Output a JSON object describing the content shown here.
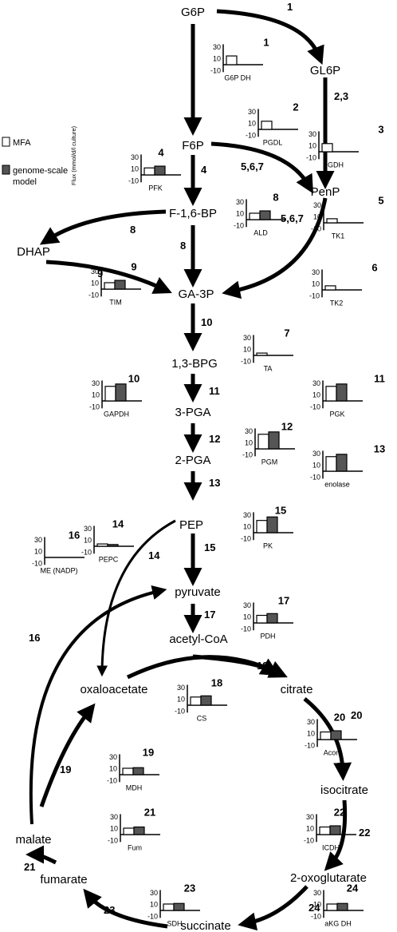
{
  "legend": {
    "mfa": "MFA",
    "model": "genome-scale model",
    "y_axis_label": "Flux (mmol/d/l culture)",
    "colors": {
      "mfa": "#ffffff",
      "model": "#555555"
    }
  },
  "metabolites": [
    {
      "id": "g6p",
      "name": "G6P"
    },
    {
      "id": "gl6p",
      "name": "GL6P"
    },
    {
      "id": "f6p",
      "name": "F6P"
    },
    {
      "id": "penp",
      "name": "PenP"
    },
    {
      "id": "f16bp",
      "name": "F-1,6-BP"
    },
    {
      "id": "dhap",
      "name": "DHAP"
    },
    {
      "id": "ga3p",
      "name": "GA-3P"
    },
    {
      "id": "bpg",
      "name": "1,3-BPG"
    },
    {
      "id": "pga3",
      "name": "3-PGA"
    },
    {
      "id": "pga2",
      "name": "2-PGA"
    },
    {
      "id": "pep",
      "name": "PEP"
    },
    {
      "id": "pyruvate",
      "name": "pyruvate"
    },
    {
      "id": "acetylcoa",
      "name": "acetyl-CoA"
    },
    {
      "id": "oxaloacetate",
      "name": "oxaloacetate"
    },
    {
      "id": "citrate",
      "name": "citrate"
    },
    {
      "id": "isocitrate",
      "name": "isocitrate"
    },
    {
      "id": "oxoglutarate",
      "name": "2-oxoglutarate"
    },
    {
      "id": "malate",
      "name": "malate"
    },
    {
      "id": "fumarate",
      "name": "fumarate"
    },
    {
      "id": "succinate",
      "name": "succinate"
    }
  ],
  "reaction_labels": [
    "1",
    "2,3",
    "4",
    "5,6,7",
    "5,6,7",
    "8",
    "8",
    "9",
    "10",
    "11",
    "12",
    "13",
    "14",
    "15",
    "16",
    "17",
    "18",
    "19",
    "20",
    "21",
    "22",
    "23",
    "24"
  ],
  "chart_data": {
    "type": "bar",
    "y_ticks": [
      "30",
      "10",
      "-10"
    ],
    "ylim": [
      -10,
      35
    ],
    "series": [
      {
        "name": "MFA"
      },
      {
        "name": "genome-scale model"
      }
    ],
    "charts": [
      {
        "number": "1",
        "enzyme": "G6P DH",
        "mfa": 15,
        "model": null
      },
      {
        "number": "2",
        "enzyme": "PGDL",
        "mfa": 14,
        "model": null
      },
      {
        "number": "3",
        "enzyme": "PGDH",
        "mfa": 14,
        "model": null
      },
      {
        "number": "4",
        "enzyme": "PFK",
        "mfa": 12,
        "model": 15
      },
      {
        "number": "5",
        "enzyme": "TK1",
        "mfa": 7,
        "model": null
      },
      {
        "number": "6",
        "enzyme": "TK2",
        "mfa": 7,
        "model": null
      },
      {
        "number": "7",
        "enzyme": "TA",
        "mfa": 4,
        "model": null
      },
      {
        "number": "8",
        "enzyme": "ALD",
        "mfa": 11,
        "model": 15
      },
      {
        "number": "9",
        "enzyme": "TIM",
        "mfa": 11,
        "model": 15
      },
      {
        "number": "10",
        "enzyme": "GAPDH",
        "mfa": 25,
        "model": 29
      },
      {
        "number": "11",
        "enzyme": "PGK",
        "mfa": 25,
        "model": 29
      },
      {
        "number": "12",
        "enzyme": "PGM",
        "mfa": 25,
        "model": 29
      },
      {
        "number": "13",
        "enzyme": "enolase",
        "mfa": 25,
        "model": 29
      },
      {
        "number": "14",
        "enzyme": "PEPC",
        "mfa": 4,
        "model": 3
      },
      {
        "number": "15",
        "enzyme": "PK",
        "mfa": 21,
        "model": 27
      },
      {
        "number": "16",
        "enzyme": "ME (NADP)",
        "mfa": 0,
        "model": 0
      },
      {
        "number": "17",
        "enzyme": "PDH",
        "mfa": 13,
        "model": 16
      },
      {
        "number": "18",
        "enzyme": "CS",
        "mfa": 14,
        "model": 16
      },
      {
        "number": "19",
        "enzyme": "MDH",
        "mfa": 11,
        "model": 12
      },
      {
        "number": "20",
        "enzyme": "Acon",
        "mfa": 13,
        "model": 15
      },
      {
        "number": "21",
        "enzyme": "Fum",
        "mfa": 11,
        "model": 13
      },
      {
        "number": "22",
        "enzyme": "ICDH",
        "mfa": 13,
        "model": 15
      },
      {
        "number": "23",
        "enzyme": "SDH",
        "mfa": 11,
        "model": 12
      },
      {
        "number": "24",
        "enzyme": "aKG DH",
        "mfa": 11,
        "model": 12
      }
    ]
  }
}
